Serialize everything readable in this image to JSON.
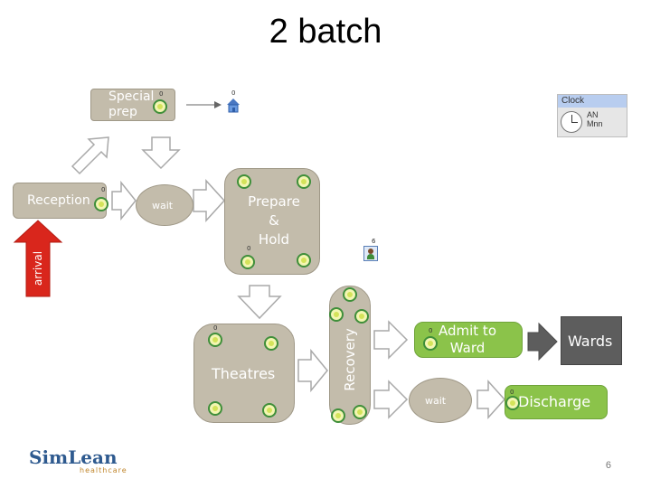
{
  "title": "2 batch",
  "nodes": {
    "special_prep": "Special\nprep",
    "reception": "Reception",
    "wait1": "wait",
    "prepare_hold": "Prepare\n&\nHold",
    "theatres": "Theatres",
    "recovery": "Recovery",
    "admit": "Admit to\nWard",
    "wards": "Wards",
    "wait2": "wait",
    "discharge": "Discharge",
    "arrival": "arrival"
  },
  "counters": {
    "special_prep": "0",
    "reception": "0",
    "prepare_hold": "0",
    "theatres": "0",
    "admit": "0",
    "discharge": "0",
    "house": "0",
    "person": "6"
  },
  "clock": {
    "title": "Clock",
    "line1": "AN",
    "line2": "Mnn"
  },
  "logo": {
    "brand": "SimLean",
    "sub": "healthcare"
  },
  "page_number": "6",
  "colors": {
    "node_fill": "#c3bcab",
    "green_fill": "#8bc34a",
    "dark_fill": "#5d5d5d",
    "arrival_red": "#d9261c",
    "logo_blue": "#2e5a8f"
  }
}
